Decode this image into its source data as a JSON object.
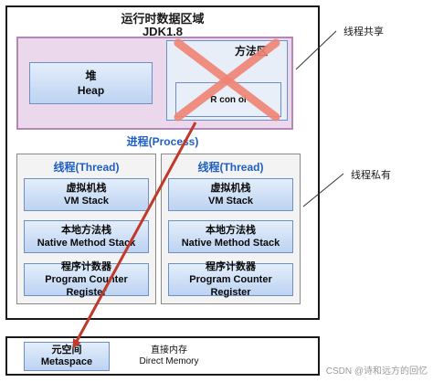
{
  "runtime_area": {
    "title": "运行时数据区域",
    "version": "JDK1.8"
  },
  "shared": {
    "heap": {
      "zh": "堆",
      "en": "Heap"
    },
    "method_area": {
      "label": "方法区"
    },
    "constant_pool": {
      "label": "R              con              ol"
    }
  },
  "process": {
    "label": "进程(Process)"
  },
  "threads": [
    {
      "title": "线程(Thread)",
      "vm_stack": {
        "zh": "虚拟机栈",
        "en": "VM Stack"
      },
      "native_stack": {
        "zh": "本地方法栈",
        "en": "Native Method Stack"
      },
      "pc": {
        "zh": "程序计数器",
        "en": "Program Counter Register"
      }
    },
    {
      "title": "线程(Thread)",
      "vm_stack": {
        "zh": "虚拟机栈",
        "en": "VM Stack"
      },
      "native_stack": {
        "zh": "本地方法栈",
        "en": "Native Method Stack"
      },
      "pc": {
        "zh": "程序计数器",
        "en": "Program Counter Register"
      }
    }
  ],
  "metaspace": {
    "zh": "元空间",
    "en": "Metaspace"
  },
  "direct_memory": {
    "zh": "直接内存",
    "en": "Direct Memory"
  },
  "callouts": {
    "shared": "线程共享",
    "private": "线程私有"
  },
  "watermark": "CSDN @诗和远方的回忆",
  "colors": {
    "cross": "#f08474",
    "arrow": "#c0392b",
    "process_text": "#1f5fc4",
    "shared_bg": "#ecd8ec"
  }
}
